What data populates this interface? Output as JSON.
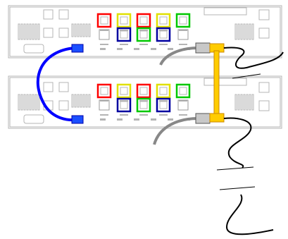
{
  "diagram": {
    "units": [
      {
        "name": "upper",
        "blocks": [
          {
            "color": "#ff0000",
            "style": "outlined"
          },
          {
            "color": "#e0e000",
            "style": "outlined"
          },
          {
            "color": "#ff0000",
            "style": "outlined"
          },
          {
            "color": "#e0e000",
            "style": "outlined"
          },
          {
            "color": "#00c800",
            "style": "outlined"
          }
        ],
        "lower_blocks": [
          {
            "color": "#9a9a9a",
            "style": "plain"
          },
          {
            "color": "#0000a0",
            "style": "outlined"
          },
          {
            "color": "#00c800",
            "style": "outlined"
          },
          {
            "color": "#0000a0",
            "style": "outlined"
          },
          {
            "color": "#9a9a9a",
            "style": "plain"
          }
        ]
      },
      {
        "name": "lower",
        "blocks": [
          {
            "color": "#ff0000",
            "style": "outlined"
          },
          {
            "color": "#e0e000",
            "style": "outlined"
          },
          {
            "color": "#ff0000",
            "style": "outlined"
          },
          {
            "color": "#e0e000",
            "style": "outlined"
          },
          {
            "color": "#00c800",
            "style": "outlined"
          }
        ],
        "lower_blocks": [
          {
            "color": "#9a9a9a",
            "style": "plain"
          },
          {
            "color": "#0000a0",
            "style": "outlined"
          },
          {
            "color": "#00c800",
            "style": "outlined"
          },
          {
            "color": "#0000a0",
            "style": "outlined"
          },
          {
            "color": "#9a9a9a",
            "style": "plain"
          }
        ]
      }
    ],
    "cables": [
      {
        "name": "blue-link-cable",
        "color": "#0000ff"
      },
      {
        "name": "yellow-bridge-cable",
        "color": "#ffcc00"
      },
      {
        "name": "gray-power-cable",
        "color": "#888888"
      },
      {
        "name": "black-cord",
        "color": "#000000"
      }
    ],
    "chassis_color": "#b4b4b4"
  }
}
